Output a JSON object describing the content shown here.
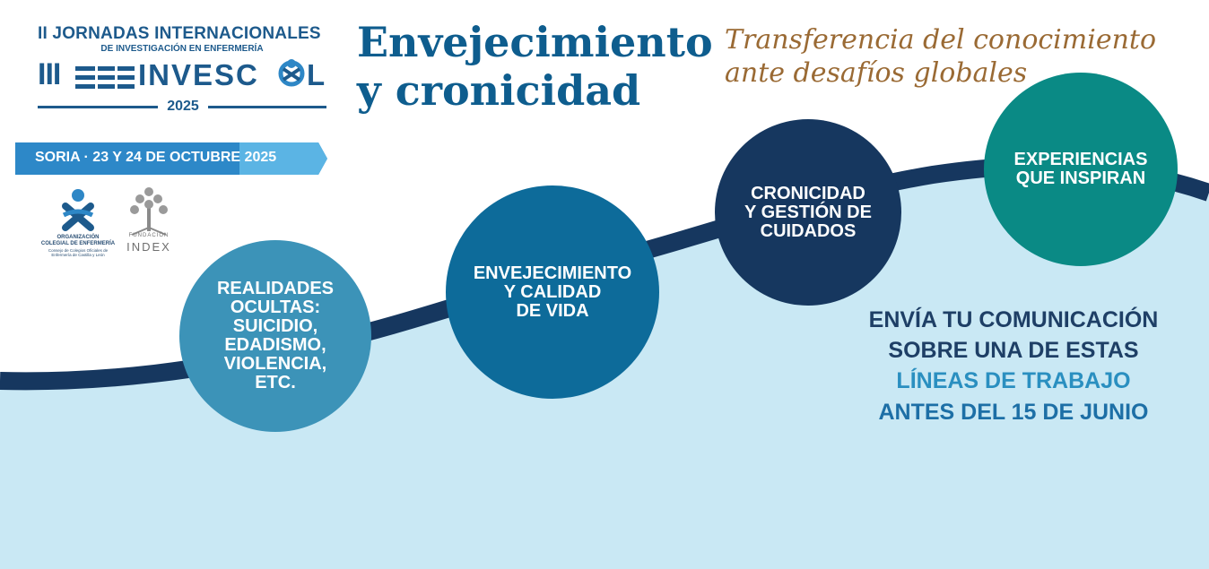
{
  "header": {
    "line1": "II JORNADAS INTERNACIONALES",
    "line2": "DE INVESTIGACIÓN EN ENFERMERÍA",
    "roman": "III",
    "brand_start": "INVESC",
    "brand_end": "L",
    "year": "2025",
    "date_banner": "SORIA · 23 Y 24 DE OCTUBRE 2025"
  },
  "title": {
    "line1": "Envejecimiento",
    "line2": "y cronicidad"
  },
  "subtitle": {
    "line1": "Transferencia del conocimiento",
    "line2": "ante desafíos globales"
  },
  "logos": {
    "org_line1": "ORGANIZACIÓN",
    "org_line2": "COLEGIAL DE ENFERMERÍA",
    "org_line3": "Consejo de Colegios Oficiales de",
    "org_line4": "Enfermería de Castilla y León",
    "fund_label": "FUNDACIÓN",
    "index_label": "INDEX"
  },
  "topics": [
    {
      "label": "REALIDADES\nOCULTAS:\nSUICIDIO,\nEDADISMO,\nVIOLENCIA,\nETC.",
      "color": "#3c93b8"
    },
    {
      "label": "ENVEJECIMIENTO\nY CALIDAD\nDE VIDA",
      "color": "#0d6b9a"
    },
    {
      "label": "CRONICIDAD\nY GESTIÓN DE\nCUIDADOS",
      "color": "#16375f"
    },
    {
      "label": "EXPERIENCIAS\nQUE INSPIRAN",
      "color": "#0a8a85"
    }
  ],
  "cta": {
    "line1": "ENVÍA TU COMUNICACIÓN",
    "line2": "SOBRE UNA DE ESTAS",
    "line3": "LÍNEAS DE TRABAJO",
    "line4": "ANTES DEL 15 DE JUNIO"
  },
  "colors": {
    "navy": "#1d3b66",
    "light_blue": "#c9e8f4",
    "brand_blue": "#1d5a8c",
    "cta_dark": "#1e3f66",
    "cta_light": "#2a8fc0",
    "banner": "#2d88c8"
  }
}
